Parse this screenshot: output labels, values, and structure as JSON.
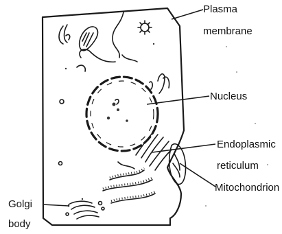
{
  "diagram": {
    "labels": {
      "plasma_membrane_line1": "Plasma",
      "plasma_membrane_line2": "membrane",
      "nucleus": "Nucleus",
      "er_line1": "Endoplasmic",
      "er_line2": "reticulum",
      "mitochondrion": "Mitochondrion",
      "golgi_line1": "Golgi",
      "golgi_line2": "body"
    }
  }
}
